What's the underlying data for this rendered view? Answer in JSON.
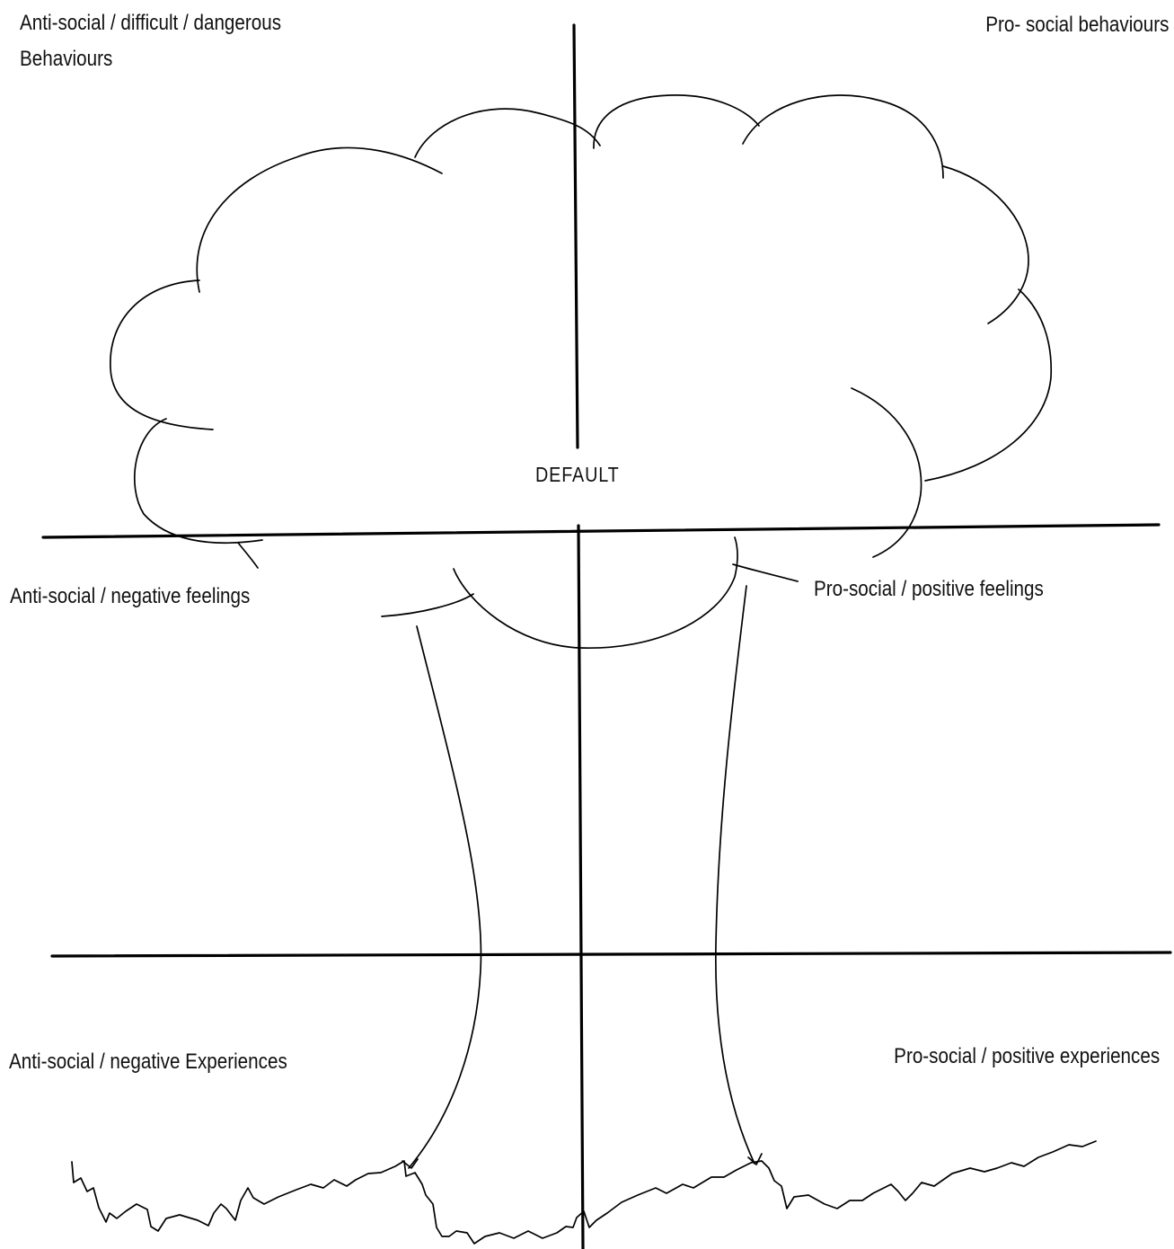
{
  "diagram": {
    "labels": {
      "top_left_line1": "Anti-social / difficult / dangerous",
      "top_left_line2": "Behaviours",
      "top_right": "Pro- social behaviours",
      "center": "DEFAULT",
      "middle_left": "Anti-social / negative feelings",
      "middle_right": "Pro-social / positive feelings",
      "bottom_left": "Anti-social / negative Experiences",
      "bottom_right": "Pro-social / positive experiences"
    },
    "colors": {
      "ink": "#000000",
      "background": "#ffffff"
    }
  }
}
